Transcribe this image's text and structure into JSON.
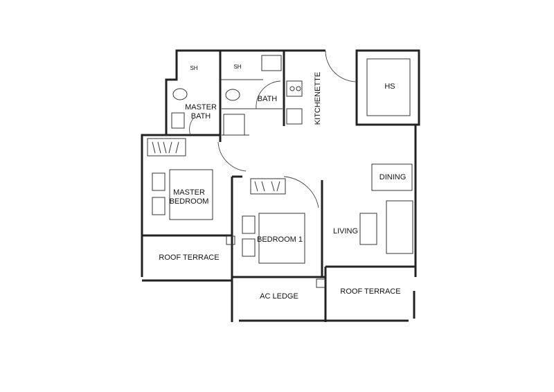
{
  "floor_plan": {
    "rooms": {
      "sh_master": "SH",
      "sh_bath": "SH",
      "master_bath_line1": "MASTER",
      "master_bath_line2": "BATH",
      "bath": "BATH",
      "kitchenette": "KITCHENETTE",
      "hs": "HS",
      "dining": "DINING",
      "master_bedroom_line1": "MASTER",
      "master_bedroom_line2": "BEDROOM",
      "bedroom1": "BEDROOM 1",
      "living": "LIVING",
      "roof_terrace_left": "ROOF TERRACE",
      "ac_ledge": "AC LEDGE",
      "roof_terrace_right": "ROOF TERRACE"
    }
  }
}
